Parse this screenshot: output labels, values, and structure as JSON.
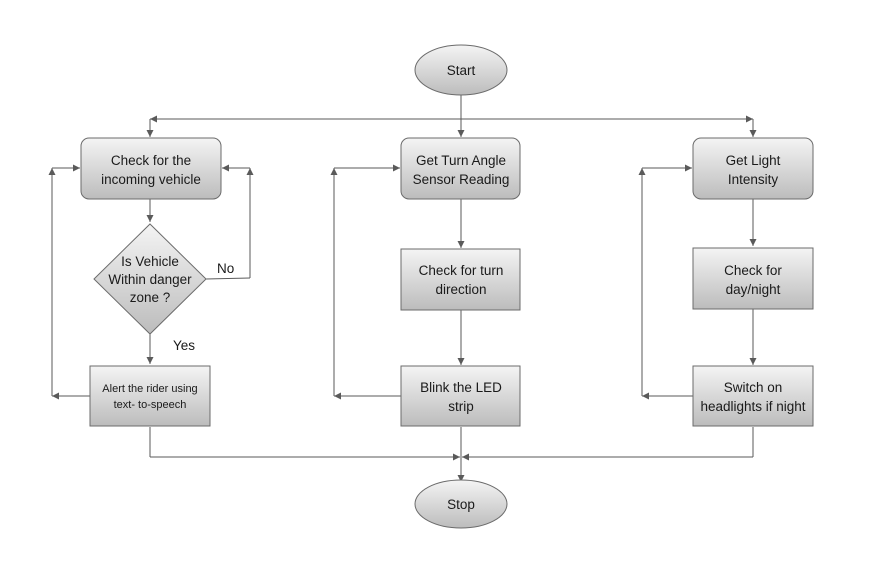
{
  "nodes": {
    "start": "Start",
    "stop": "Stop",
    "check_vehicle": [
      "Check for the",
      "incoming vehicle"
    ],
    "danger_decision": [
      "Is Vehicle",
      "Within danger",
      "zone ?"
    ],
    "alert_rider": [
      "Alert the rider using",
      "text- to-speech"
    ],
    "turn_angle": [
      "Get Turn Angle",
      "Sensor Reading"
    ],
    "turn_direction": [
      "Check for turn",
      "direction"
    ],
    "blink_led": [
      "Blink the LED",
      "strip"
    ],
    "light_intensity": [
      "Get Light",
      "Intensity"
    ],
    "day_night": [
      "Check for",
      "day/night"
    ],
    "headlights": [
      "Switch on",
      "headlights if night"
    ]
  },
  "edge_labels": {
    "no": "No",
    "yes": "Yes"
  },
  "colors": {
    "fill_top": "#f4f4f4",
    "fill_bottom": "#bcbcbc",
    "stroke": "#6b6b6b",
    "line": "#5a5a5a"
  }
}
